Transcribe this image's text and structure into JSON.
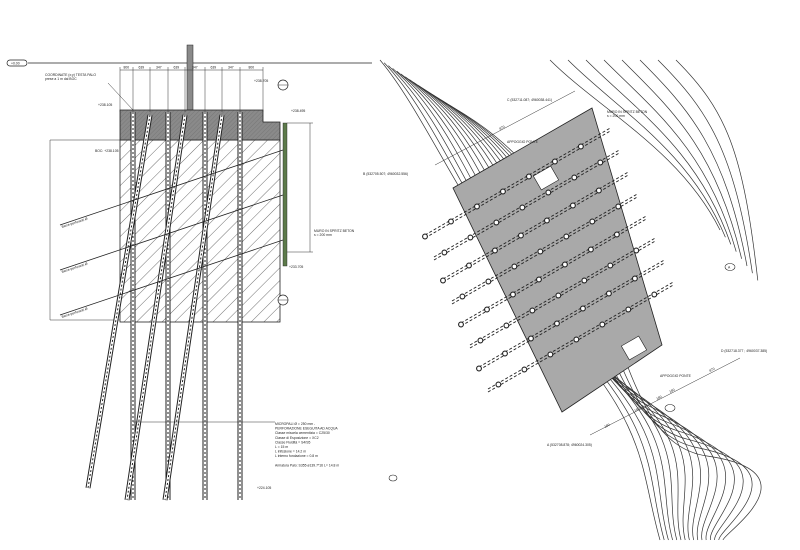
{
  "section": {
    "level_zero": "+0.00",
    "coord_note_1": "COORDINATE (x;y) TESTA PALO",
    "coord_note_2": "prese a 1 m dal BOC",
    "elev_top_right": "+238.705",
    "elev_cap_left": "+238.105",
    "elev_wall_top": "+238.495",
    "boc": "BOC: +238.105",
    "elev_wall_bottom": "+233.705",
    "elev_bottom": "+224.105",
    "wall_label_1": "MURO IN SPRITZ BETON",
    "wall_label_2": "s = 200 mm",
    "anchor_label_1": "Barre perforanti Ø",
    "anchor_label_2": "Barre perforanti Ø",
    "anchor_label_3": "Barre perforanti Ø",
    "dims_top": [
      "800",
      "639",
      "347",
      "639",
      "347",
      "639",
      "347",
      "800"
    ],
    "notes": [
      "MICROPALI Ø = 250 mm -",
      "PERFORAZIONE ESEGUITA AD ACQUA",
      "Classe miscela cementizia = C25/30",
      "Classe di Esposizione = XC2",
      "Classe Fluidità = S4/S5",
      "L = 15 m",
      "L infissione = 14.2 m",
      "L interno fondazione = 0.8 m",
      "",
      "Armatura Palo: S355 ø139.7*16 L= 14.8 m"
    ]
  },
  "plan": {
    "point_c": "C (532711.087; 4960038.441)",
    "point_b": "B (532705.507; 4960032.556)",
    "point_d": "D (532718.377 ; 4960037.385)",
    "point_a": "A (532708.878; 4960024.305)",
    "wall_label_1": "MURO IN SPRITZ BETON",
    "wall_label_2": "s = 200 mm",
    "support_top": "APPOGGIO PONTE",
    "support_bottom": "APPOGGIO PONTE",
    "dim_top": "870",
    "dims_bottom": [
      "180",
      "180",
      "180",
      "180",
      "870"
    ],
    "section_marker": "A",
    "colors": {
      "slab": "#a9a9a9",
      "wall": "#5d7a4a"
    }
  }
}
